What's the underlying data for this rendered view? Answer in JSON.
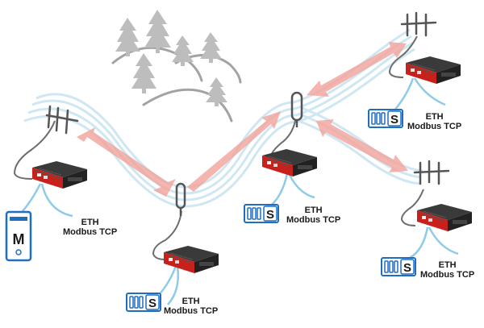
{
  "colors": {
    "cable": "#8ecbe8",
    "radio_wave": "#cfe6f3",
    "radio_arrow": "#f2a39b",
    "device_body": "#2b2b2b",
    "device_front": "#c8201a",
    "antenna": "#555555",
    "tree": "#bdbdbd",
    "hill": "#9e9e9e",
    "slave_icon": "#1f6fc0",
    "master_icon": "#1f6fc0"
  },
  "icons": {
    "master": "modbus-master-computer-icon",
    "slave": "modbus-slave-device-icon",
    "radio_modem": "radio-modem-icon",
    "antenna_yagi": "yagi-antenna-icon",
    "antenna_omni": "omni-antenna-icon"
  },
  "master_icon_letter": "M",
  "slave_icon_letter": "S",
  "nodes": [
    {
      "id": "master",
      "eth": "ETH",
      "protocol": "Modbus TCP"
    },
    {
      "id": "slave-bottom",
      "eth": "ETH",
      "protocol": "Modbus TCP"
    },
    {
      "id": "slave-center",
      "eth": "ETH",
      "protocol": "Modbus TCP"
    },
    {
      "id": "slave-top-right",
      "eth": "ETH",
      "protocol": "Modbus TCP"
    },
    {
      "id": "slave-bottom-right",
      "eth": "ETH",
      "protocol": "Modbus TCP"
    }
  ]
}
